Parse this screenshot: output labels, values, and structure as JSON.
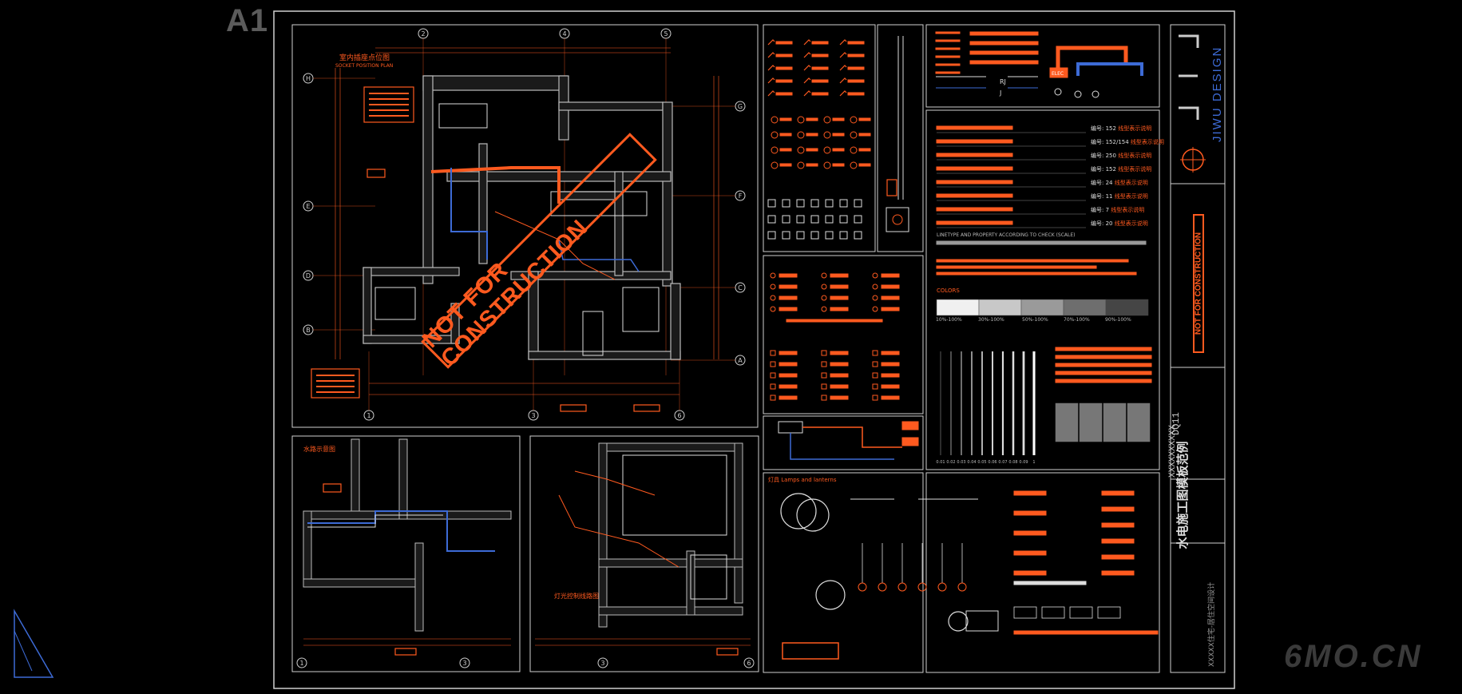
{
  "sheet": {
    "size_label": "A1",
    "watermark": "6MO.CN"
  },
  "stamp": {
    "diagonal": "NOT FOR CONSTRUCTION",
    "vertical": "NOT FOR CONSTRUCTION"
  },
  "title_block": {
    "brand": "JIWU DESIGN",
    "drawing_code": "DQ11",
    "project_placeholder": "XXXXXXXXXX",
    "title_cn": "水电施工图模板范例",
    "subtitle_cn": "XXXXX住宅-居住空间设计"
  },
  "plans": {
    "main_title": "室内插座点位图",
    "main_title_en": "SOCKET POSITION PLAN",
    "water_title": "水路示意图",
    "lighting_title": "灯光控制线路图"
  },
  "grid": {
    "top": [
      "2",
      "4",
      "5"
    ],
    "left": [
      "H",
      "E",
      "D",
      "B"
    ],
    "right": [
      "G",
      "F",
      "C",
      "A"
    ],
    "bottom": [
      "1",
      "3",
      "6"
    ]
  },
  "legend": {
    "lamps_title": "灯具 Lamps and lanterns",
    "lines_note": "LINETYPE AND PROPERTY ACCORDING TO CHECK (SCALE)",
    "colors_label": "COLORS",
    "grey_swatches": [
      "#f0f0f0",
      "#c8c8c8",
      "#9a9a9a",
      "#6e6e6e",
      "#454545"
    ],
    "grey_swatch_labels": [
      "10%-100%",
      "30%-100%",
      "50%-100%",
      "70%-100%",
      "90%-100%"
    ],
    "cable_rows": [
      {
        "code": "编号",
        "size": "152",
        "desc": "线型表示说明"
      },
      {
        "code": "编号",
        "size": "152/154",
        "desc": "线型表示说明"
      },
      {
        "code": "编号",
        "size": "250",
        "desc": "线型表示说明"
      },
      {
        "code": "编号",
        "size": "152",
        "desc": "线型表示说明"
      },
      {
        "code": "编号",
        "size": "24",
        "desc": "线型表示说明"
      },
      {
        "code": "编号",
        "size": "11",
        "desc": "线型表示说明"
      },
      {
        "code": "编号",
        "size": "7",
        "desc": "线型表示说明"
      },
      {
        "code": "编号",
        "size": "20",
        "desc": "线型表示说明"
      }
    ],
    "lineweights": [
      "0.01",
      "0.02",
      "0.03",
      "0.04",
      "0.05",
      "0.06",
      "0.07",
      "0.08",
      "0.09",
      "1"
    ],
    "pipe_labels": [
      "RJ",
      "J"
    ],
    "elec_tag": "ELEC"
  },
  "colors": {
    "accent": "#ff5a1f",
    "blue": "#3d6bd6",
    "frame": "#cfcfcf"
  }
}
